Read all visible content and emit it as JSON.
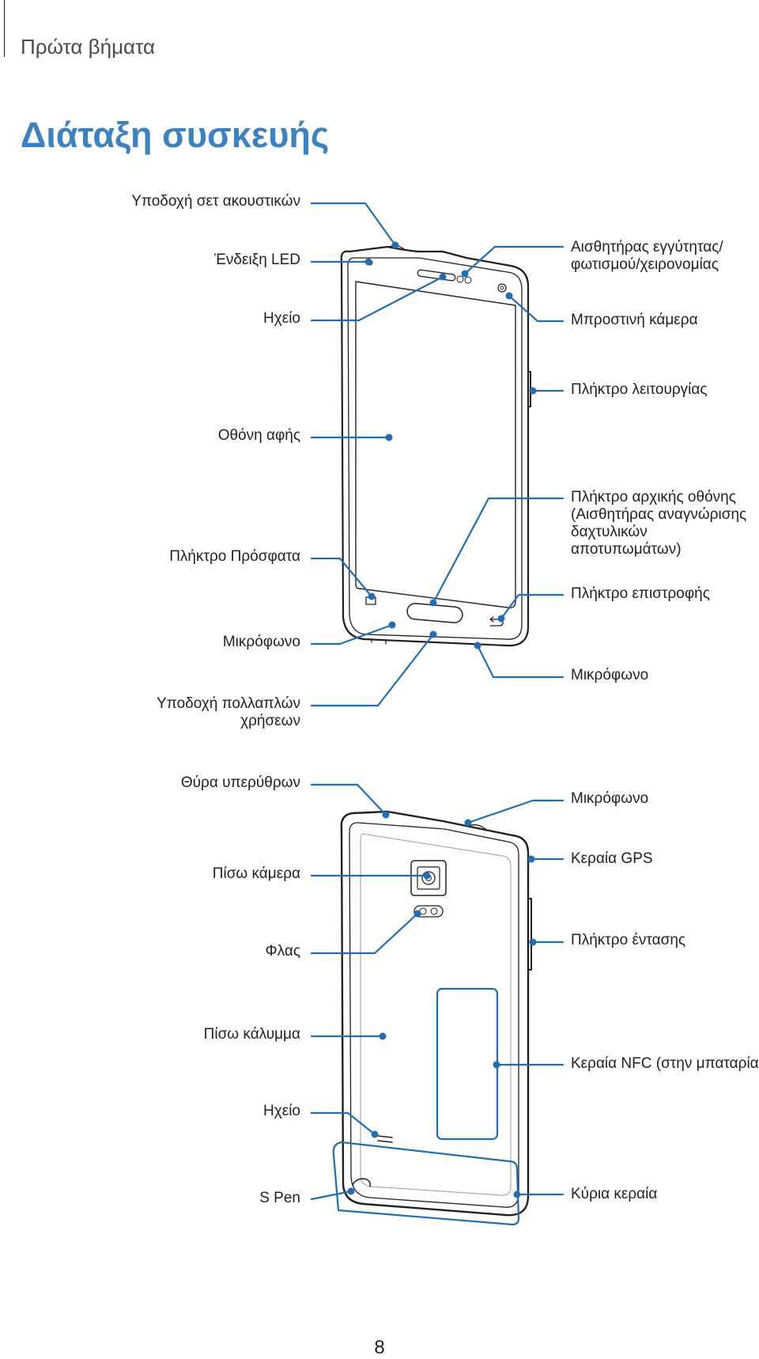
{
  "header": {
    "breadcrumb": "Πρώτα βήματα",
    "title": "Διάταξη συσκευής"
  },
  "front_labels": {
    "left": [
      "Υποδοχή σετ ακουστικών",
      "Ένδειξη LED",
      "Ηχείο",
      "Οθόνη αφής",
      "Πλήκτρο Πρόσφατα",
      "Μικρόφωνο",
      [
        "Υποδοχή πολλαπλών",
        "χρήσεων"
      ]
    ],
    "right": [
      [
        "Αισθητήρας εγγύτητας/",
        "φωτισμού/χειρονομίας"
      ],
      "Μπροστινή κάμερα",
      "Πλήκτρο λειτουργίας",
      [
        "Πλήκτρο αρχικής οθόνης",
        "(Αισθητήρας αναγνώρισης",
        "δαχτυλικών",
        "αποτυπωμάτων)"
      ],
      "Πλήκτρο επιστροφής",
      "Μικρόφωνο"
    ]
  },
  "back_labels": {
    "left": [
      "Θύρα υπερύθρων",
      "Πίσω κάμερα",
      "Φλας",
      "Πίσω κάλυμμα",
      "Ηχείο",
      "S Pen"
    ],
    "right": [
      "Μικρόφωνο",
      "Κεραία GPS",
      "Πλήκτρο έντασης",
      "Κεραία NFC (στην μπαταρία)",
      "Κύρια κεραία"
    ]
  },
  "page_number": "8",
  "colors": {
    "title": "#3b82c4",
    "callout": "#1e6eb5",
    "device_outline": "#231f20"
  }
}
